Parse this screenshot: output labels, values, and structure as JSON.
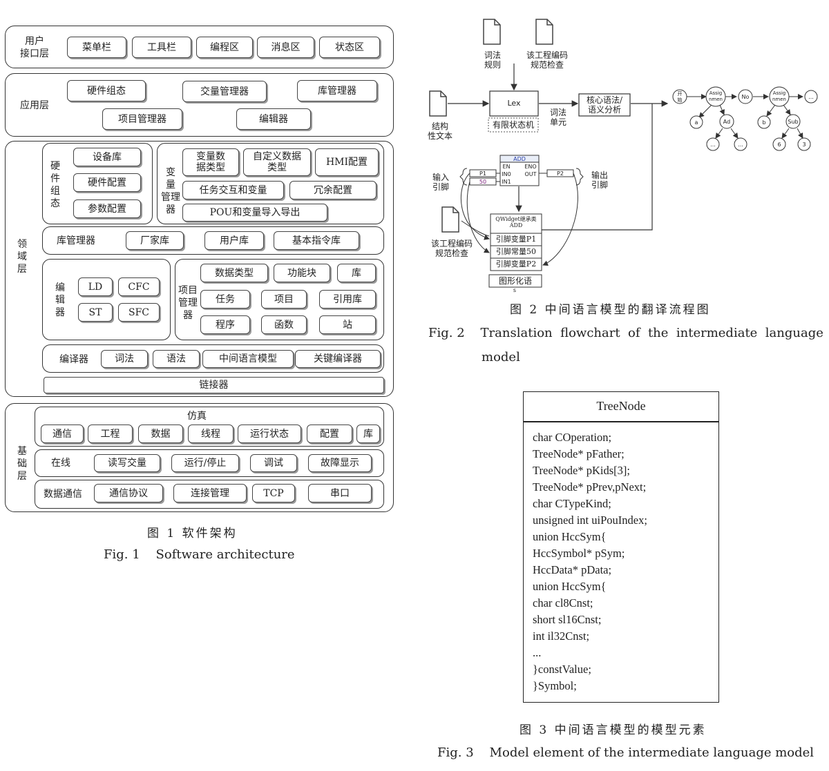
{
  "fig1": {
    "layers": {
      "ui": {
        "label": "用户\n接口层",
        "items": [
          "菜单栏",
          "工具栏",
          "编程区",
          "消息区",
          "状态区"
        ]
      },
      "app": {
        "label": "应用层",
        "items": [
          "硬件组态",
          "交量管理器",
          "库管理器",
          "项目管理器",
          "编辑器"
        ]
      },
      "domain": {
        "label": "领\n域\n层",
        "hw": {
          "label": "硬\n件\n组\n态",
          "items": [
            "设备库",
            "硬件配置",
            "参数配置"
          ]
        },
        "var": {
          "label": "变\n量\n管理\n器",
          "items": [
            "变量数\n据类型",
            "自定义数据\n类型",
            "HMI配置",
            "任务交互和变量",
            "冗余配置",
            "POU和变量导入导出"
          ]
        },
        "lib": {
          "label": "库管理器",
          "items": [
            "厂家库",
            "用户库",
            "基本指令库"
          ]
        },
        "editor": {
          "label": "编\n辑\n器",
          "items": [
            "LD",
            "CFC",
            "ST",
            "SFC"
          ]
        },
        "proj": {
          "label": "项目\n管理\n器",
          "items": [
            "数据类型",
            "功能块",
            "库",
            "任务",
            "项目",
            "引用库",
            "程序",
            "函数",
            "站"
          ]
        },
        "compiler": {
          "label": "编译器",
          "items": [
            "词法",
            "语法",
            "中间语言模型",
            "关键编译器"
          ]
        },
        "linker": "链接器"
      },
      "base": {
        "label": "基\n础\n层",
        "sim": {
          "label": "仿真",
          "items": [
            "通信",
            "工程",
            "数据",
            "线程",
            "运行状态",
            "配置",
            "库"
          ]
        },
        "online": {
          "label": "在线",
          "items": [
            "读写交量",
            "运行/停止",
            "调试",
            "故障显示"
          ]
        },
        "comm": {
          "label": "数据通信",
          "items": [
            "通信协议",
            "连接管理",
            "TCP",
            "串口"
          ]
        }
      }
    },
    "caption_cn": "图 1    软件架构",
    "caption_en": "Fig. 1    Software architecture"
  },
  "fig2": {
    "lex_rules": "词法\n规则",
    "code_check_top": "该工程编码\n规范检查",
    "lex": "Lex",
    "fsm": "有限状态机",
    "struct_text": "结构\n性文本",
    "lex_unit": "词法\n单元",
    "core": "核心语法/\n语义分析",
    "input_pin": "输入\n引脚",
    "output_pin": "输出\n引脚",
    "add_block": {
      "title": "ADD",
      "en": "EN",
      "in0": "IN0",
      "in1": "IN1",
      "eno": "ENO",
      "out": "OUT",
      "p1": "P1",
      "c50": "50",
      "p2": "P2"
    },
    "code_check_bottom": "该工程编码\n规范检查",
    "qwidget": {
      "title": "QWidget继承类\nADD",
      "rows": [
        "引脚变量P1",
        "引脚常量50",
        "引脚变量P2"
      ]
    },
    "graphic": "图形化语",
    "graphic_sub": "s",
    "tree": {
      "start": "开\n始",
      "assign": "Assig\nnmen",
      "no": "No",
      "add": "Ad",
      "sub": "Sub",
      "a": "a",
      "b": "b",
      "n6": "6",
      "n3": "3",
      "dots": "..."
    },
    "caption_cn": "图 2    中间语言模型的翻译流程图",
    "caption_en_1": "Fig. 2    Translation  flowchart  of  the  intermediate  language",
    "caption_en_2": "model"
  },
  "fig3": {
    "title": "TreeNode",
    "lines": [
      "char COperation;",
      "TreeNode* pFather;",
      "TreeNode* pKids[3];",
      "TreeNode* pPrev,pNext;",
      "char CTypeKind;",
      "unsigned int uiPouIndex;",
      "union HccSym{",
      "HccSymbol* pSym;",
      "HccData* pData;",
      "union HccSym{",
      "char cl8Cnst;",
      "short sl16Cnst;",
      "int il32Cnst;",
      "...",
      "}constValue;",
      "}Symbol;"
    ],
    "caption_cn": "图 3    中间语言模型的模型元素",
    "caption_en": "Fig. 3    Model element of the intermediate language model"
  }
}
